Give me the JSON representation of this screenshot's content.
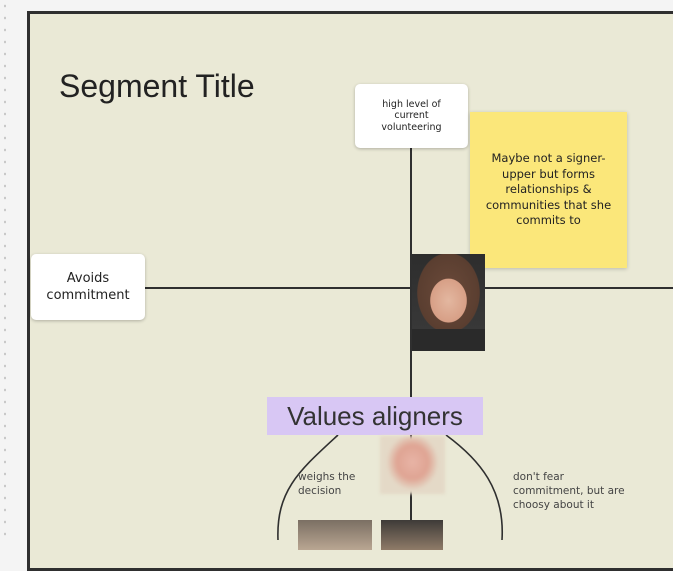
{
  "segment_title": "Segment Title",
  "notes": {
    "top_axis": "high level of current volunteering",
    "left_axis": "Avoids commitment",
    "yellow": "Maybe not a signer-upper but forms relationships & communities that she commits to"
  },
  "cluster": {
    "label": "Values aligners",
    "left_note": "weighs the decision",
    "right_note": "don't fear commitment, but are choosy about it"
  },
  "colors": {
    "canvas_bg": "#eae9d6",
    "sticky_yellow": "#fbe77a",
    "label_purple": "#d8c7f4"
  }
}
